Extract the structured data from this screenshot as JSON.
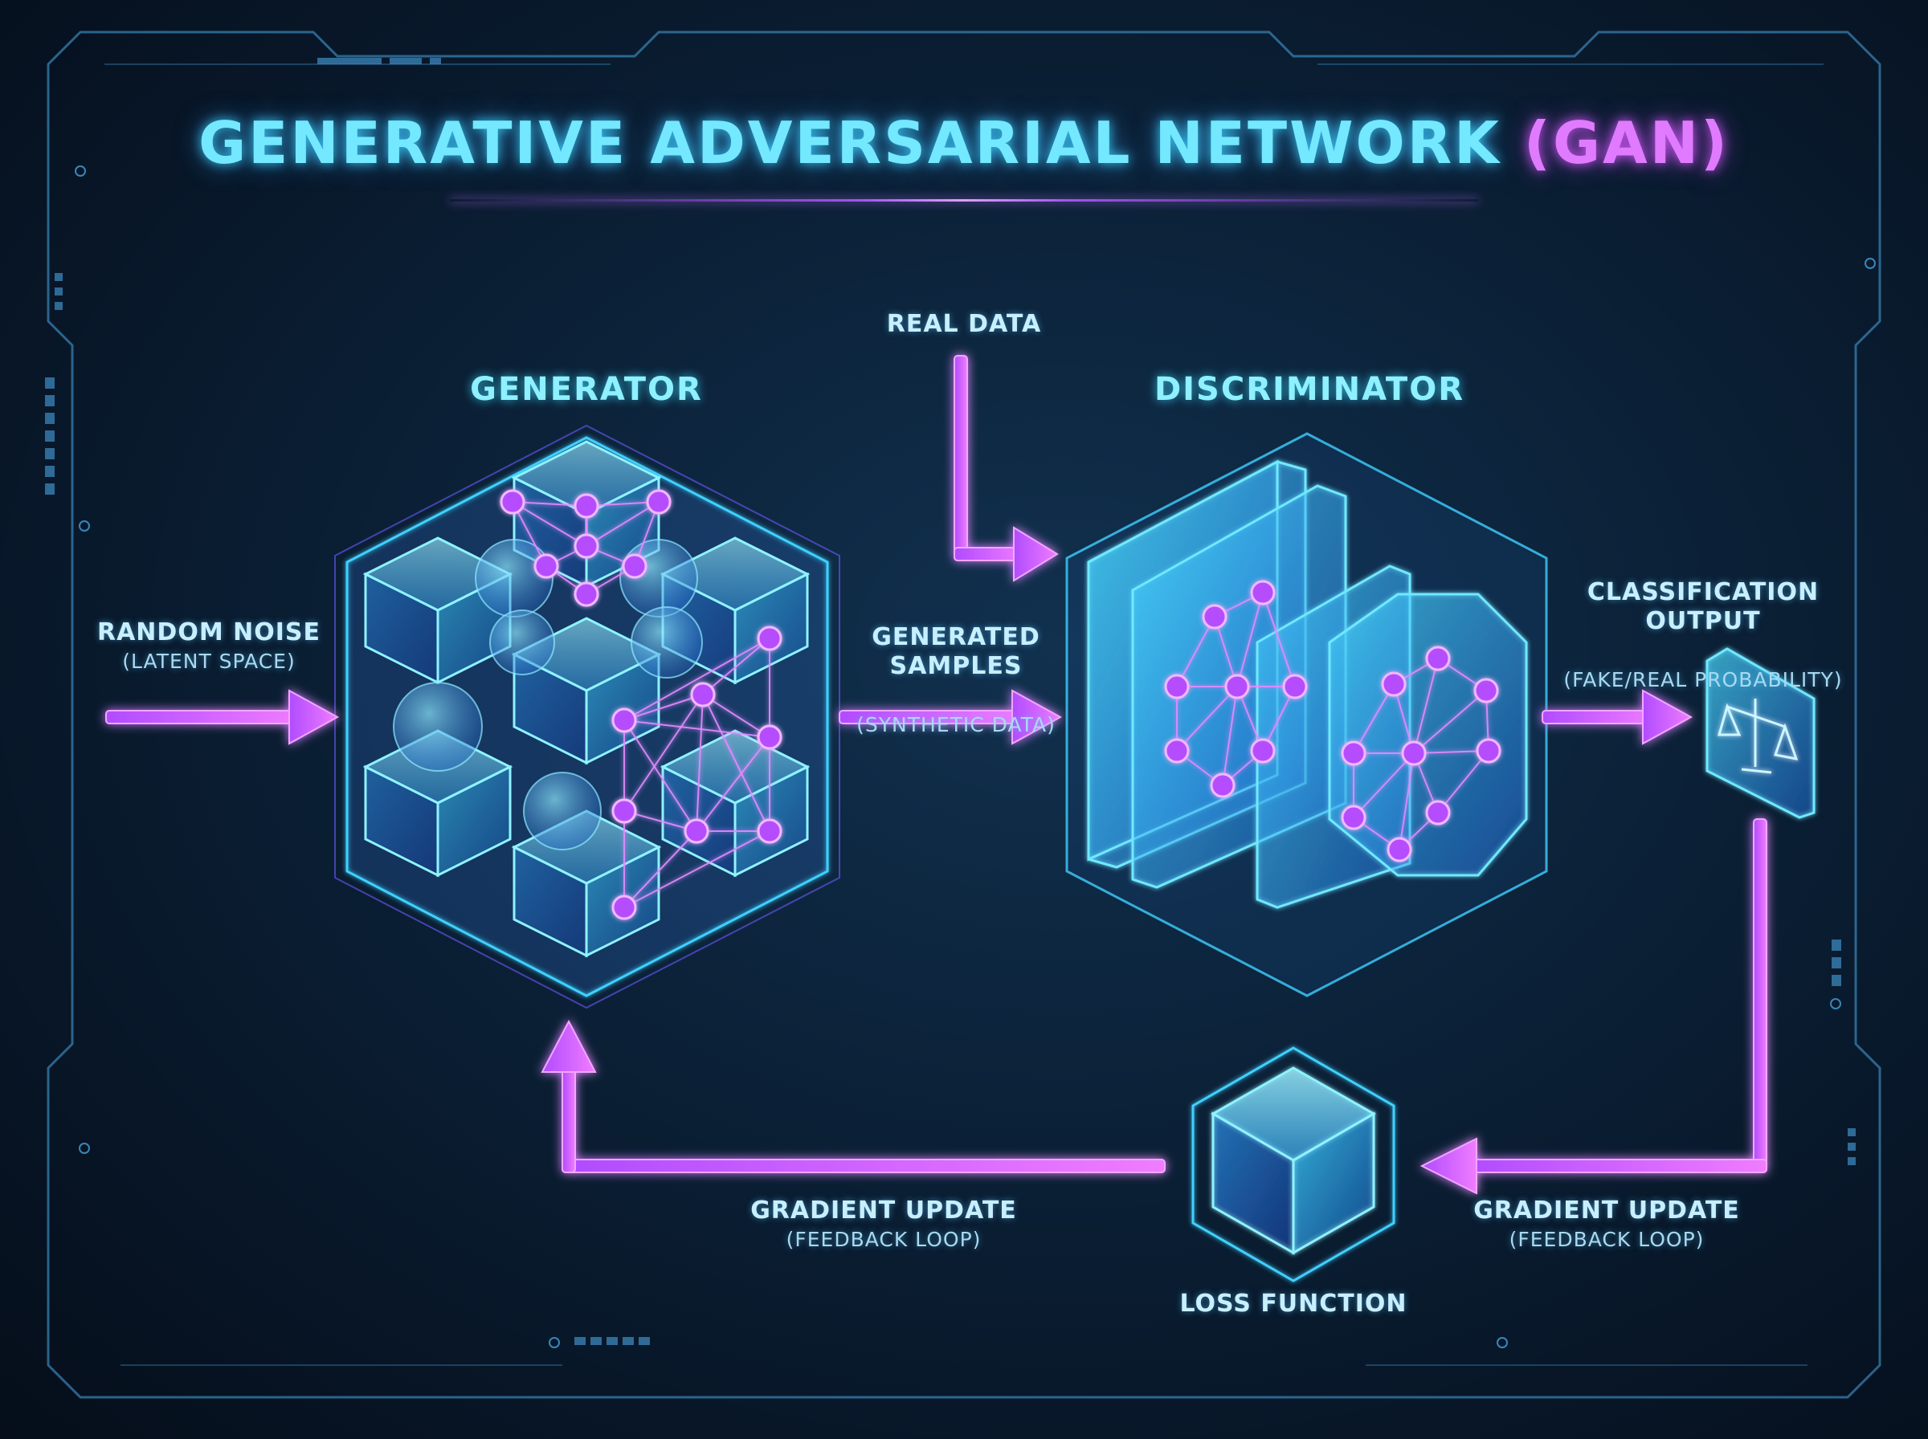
{
  "title": {
    "main": "GENERATIVE ADVERSARIAL NETWORK",
    "highlight": "(GAN)"
  },
  "generator": {
    "label": "GENERATOR"
  },
  "discriminator": {
    "label": "DISCRIMINATOR"
  },
  "real_data": {
    "label": "REAL DATA"
  },
  "random_noise": {
    "label": "RANDOM NOISE",
    "sublabel": "(LATENT SPACE)"
  },
  "generated_samples": {
    "label": "GENERATED\nSAMPLES",
    "sublabel": "(SYNTHETIC DATA)"
  },
  "classification_output": {
    "label": "CLASSIFICATION\nOUTPUT",
    "sublabel": "(FAKE/REAL PROBABILITY)"
  },
  "gradient_update_left": {
    "label": "GRADIENT UPDATE",
    "sublabel": "(FEEDBACK LOOP)"
  },
  "gradient_update_right": {
    "label": "GRADIENT UPDATE",
    "sublabel": "(FEEDBACK LOOP)"
  },
  "loss_function": {
    "label": "LOSS FUNCTION"
  },
  "icons": [
    "scales-icon"
  ],
  "colors": {
    "cyan": "#5ee8ff",
    "magenta": "#d85cff",
    "background": "#0b2036"
  }
}
